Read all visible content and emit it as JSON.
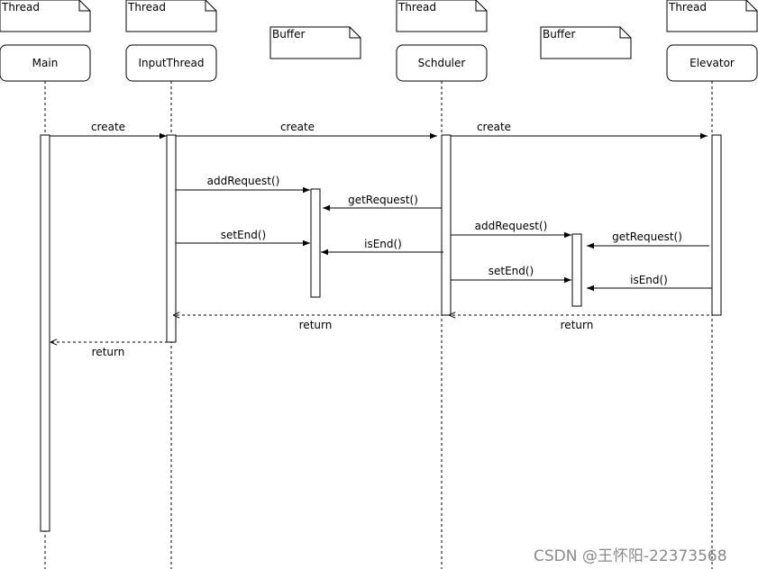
{
  "diagram": {
    "participants": [
      {
        "id": "main",
        "note": "Thread",
        "name": "Main"
      },
      {
        "id": "inputthread",
        "note": "Thread",
        "name": "InputThread"
      },
      {
        "id": "schduler",
        "note": "Thread",
        "name": "Schduler"
      },
      {
        "id": "elevator",
        "note": "Thread",
        "name": "Elevator"
      }
    ],
    "buffers": [
      {
        "id": "buffer1",
        "note": "Buffer"
      },
      {
        "id": "buffer2",
        "note": "Buffer"
      }
    ],
    "messages": [
      {
        "from": "main",
        "to": "inputthread",
        "label": "create",
        "kind": "sync"
      },
      {
        "from": "inputthread",
        "to": "schduler",
        "label": "create",
        "kind": "sync"
      },
      {
        "from": "schduler",
        "to": "elevator",
        "label": "create",
        "kind": "sync"
      },
      {
        "from": "inputthread",
        "to": "buffer1",
        "label": "addRequest()",
        "kind": "sync"
      },
      {
        "from": "schduler",
        "to": "buffer1",
        "label": "getRequest()",
        "kind": "sync"
      },
      {
        "from": "inputthread",
        "to": "buffer1",
        "label": "setEnd()",
        "kind": "sync"
      },
      {
        "from": "schduler",
        "to": "buffer1",
        "label": "isEnd()",
        "kind": "sync"
      },
      {
        "from": "schduler",
        "to": "buffer2",
        "label": "addRequest()",
        "kind": "sync"
      },
      {
        "from": "elevator",
        "to": "buffer2",
        "label": "getRequest()",
        "kind": "sync"
      },
      {
        "from": "schduler",
        "to": "buffer2",
        "label": "setEnd()",
        "kind": "sync"
      },
      {
        "from": "elevator",
        "to": "buffer2",
        "label": "isEnd()",
        "kind": "sync"
      },
      {
        "from": "schduler",
        "to": "inputthread",
        "label": "return",
        "kind": "return"
      },
      {
        "from": "elevator",
        "to": "schduler",
        "label": "return",
        "kind": "return"
      },
      {
        "from": "inputthread",
        "to": "main",
        "label": "return",
        "kind": "return"
      }
    ]
  },
  "watermark": "CSDN @王怀阳-22373568"
}
